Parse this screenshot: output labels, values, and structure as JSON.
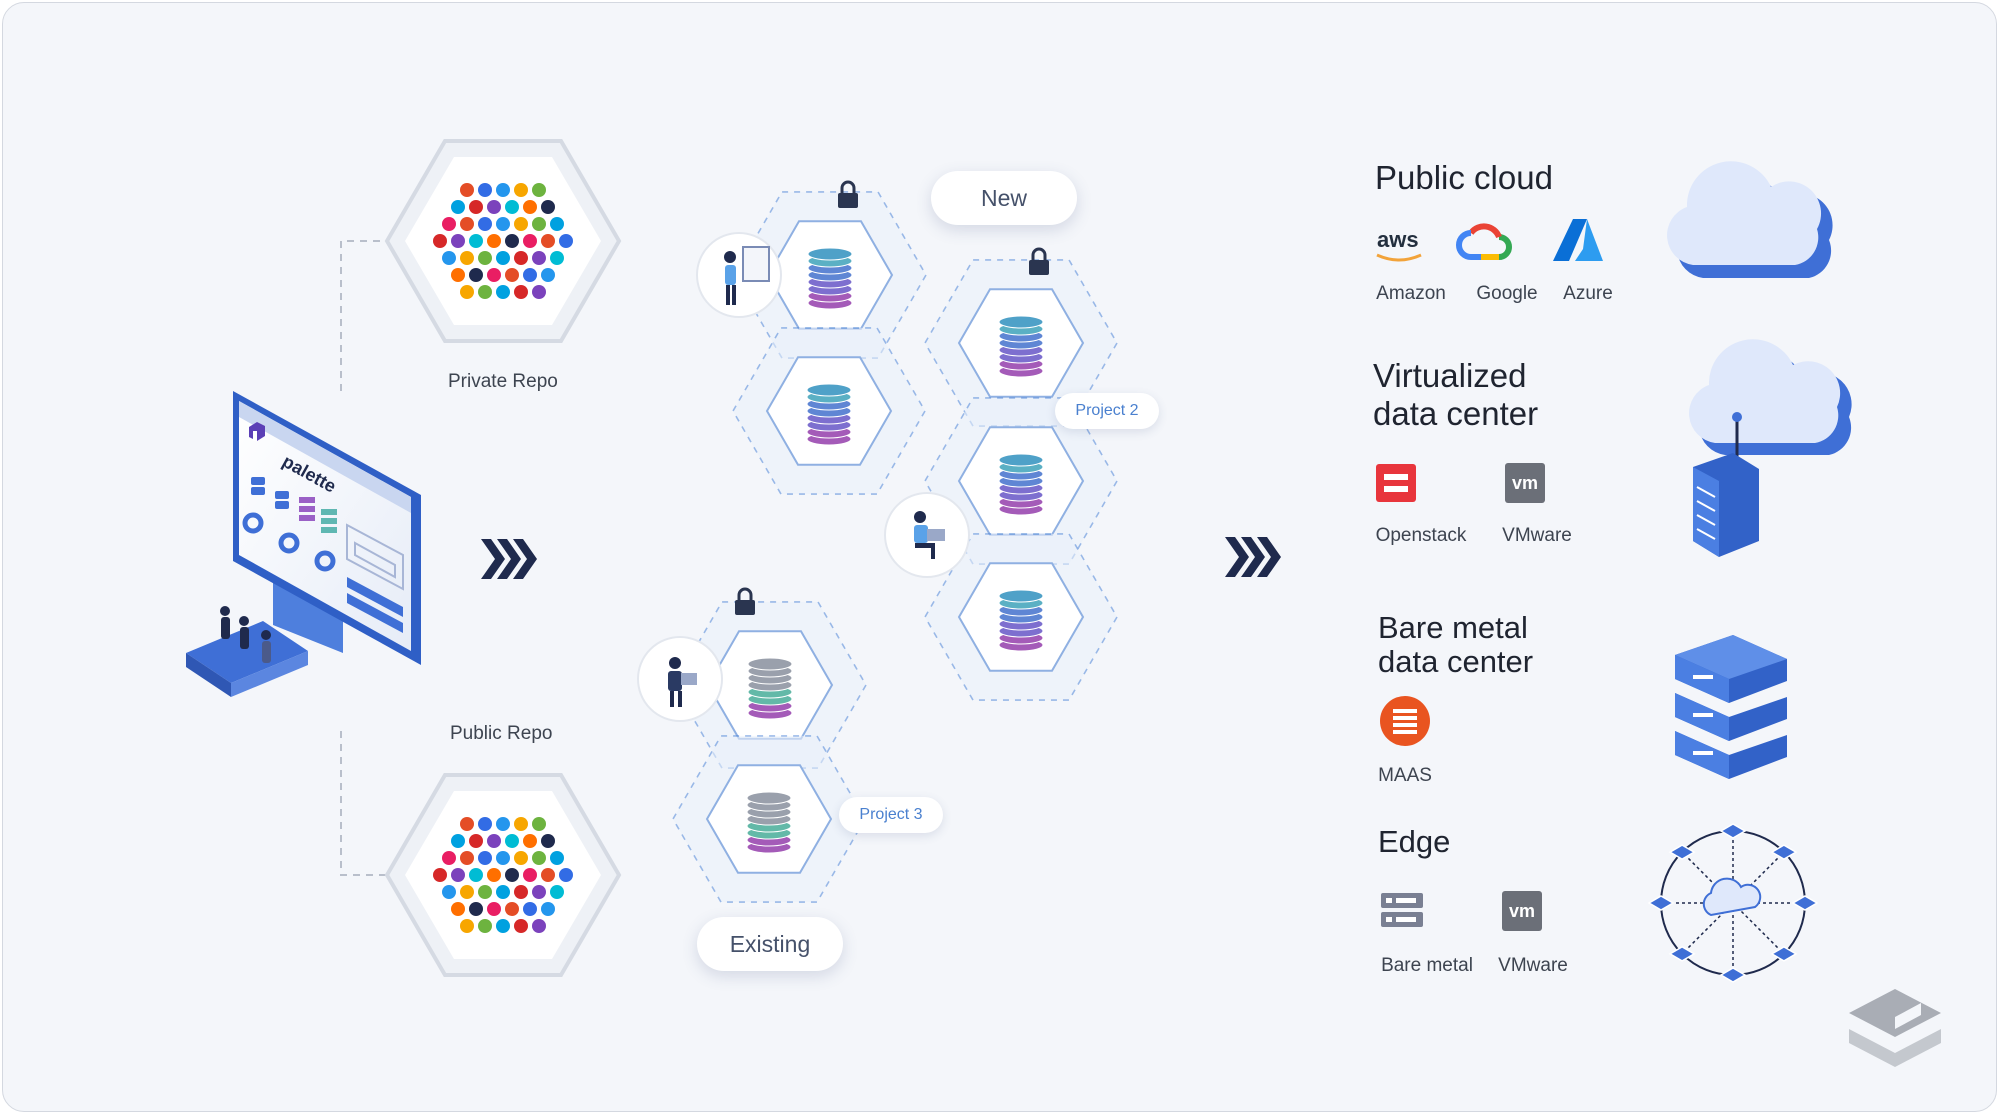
{
  "repos": {
    "private_label": "Private Repo",
    "public_label": "Public Repo"
  },
  "console": {
    "brand": "palette"
  },
  "clusters": {
    "new_label": "New",
    "existing_label": "Existing",
    "project2_label": "Project 2",
    "project3_label": "Project 3"
  },
  "targets": [
    {
      "title": "Public cloud",
      "providers": [
        {
          "label": "Amazon",
          "icon": "aws-logo-icon",
          "text": "aws"
        },
        {
          "label": "Google",
          "icon": "google-cloud-icon"
        },
        {
          "label": "Azure",
          "icon": "azure-logo-icon"
        }
      ],
      "illustration": "cloud-icon"
    },
    {
      "title": "Virtualized\ndata center",
      "providers": [
        {
          "label": "Openstack",
          "icon": "openstack-logo-icon"
        },
        {
          "label": "VMware",
          "icon": "vmware-logo-icon",
          "text": "vm"
        }
      ],
      "illustration": "cloud-server-icon"
    },
    {
      "title": "Bare metal\ndata center",
      "providers": [
        {
          "label": "MAAS",
          "icon": "maas-logo-icon"
        }
      ],
      "illustration": "server-stack-icon"
    },
    {
      "title": "Edge",
      "providers": [
        {
          "label": "Bare metal",
          "icon": "bare-metal-icon"
        },
        {
          "label": "VMware",
          "icon": "vmware-logo-icon",
          "text": "vm"
        }
      ],
      "illustration": "edge-network-icon"
    }
  ],
  "colors": {
    "accent": "#3b73d9",
    "navy": "#1f2a4d",
    "background": "#f4f6fa"
  }
}
